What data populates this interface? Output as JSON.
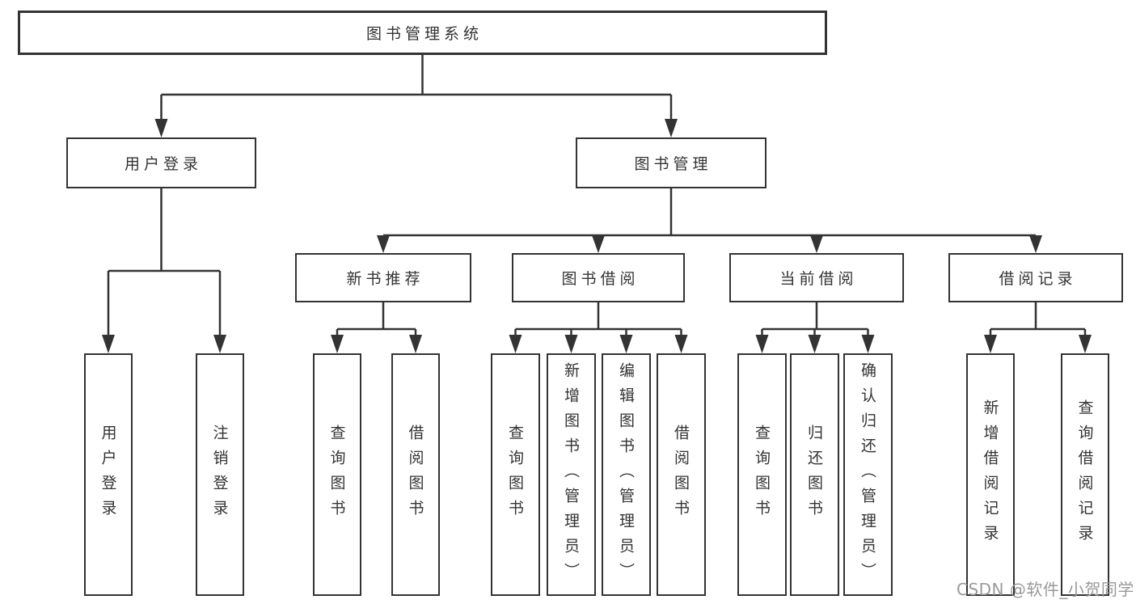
{
  "diagram": {
    "type": "tree",
    "colors": {
      "line": "#333333",
      "box_border": "#333333",
      "box_bg": "#ffffff",
      "text": "#333333",
      "watermark": "#999999"
    }
  },
  "tree": {
    "root": "图书管理系统",
    "children": [
      {
        "label": "用户登录",
        "children": [
          "用户登录",
          "注销登录"
        ]
      },
      {
        "label": "图书管理",
        "children": [
          {
            "label": "新书推荐",
            "children": [
              "查询图书",
              "借阅图书"
            ]
          },
          {
            "label": "图书借阅",
            "children": [
              "查询图书",
              "新增图书（管理员）",
              "编辑图书（管理员）",
              "借阅图书"
            ]
          },
          {
            "label": "当前借阅",
            "children": [
              "查询图书",
              "归还图书",
              "确认归还（管理员）"
            ]
          },
          {
            "label": "借阅记录",
            "children": [
              "新增借阅记录",
              "查询借阅记录"
            ]
          }
        ]
      }
    ]
  },
  "watermark": {
    "text": "CSDN @软件_小贺同学"
  }
}
